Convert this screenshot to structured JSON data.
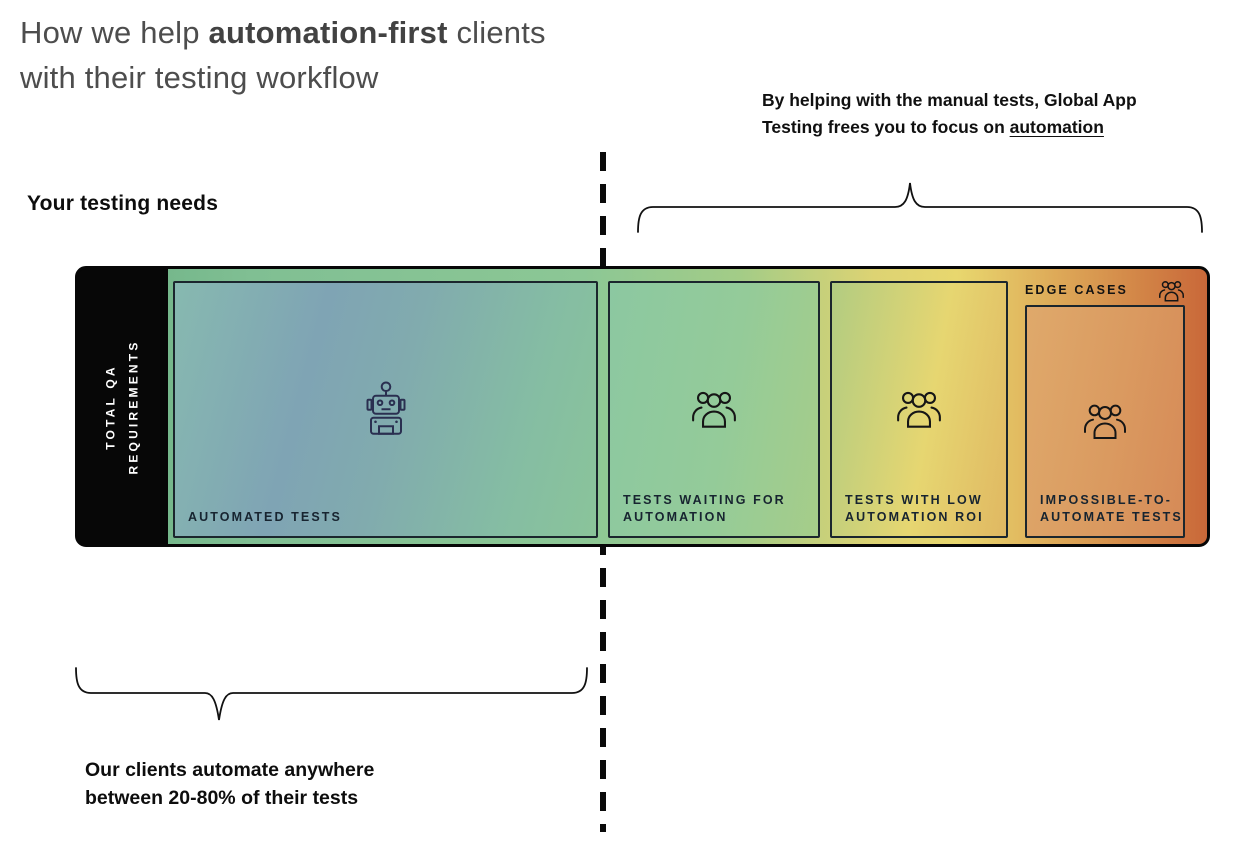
{
  "title": {
    "line1_prefix": "How we help ",
    "line1_bold": "automation-first",
    "line1_suffix": " clients",
    "line2": "with their testing workflow"
  },
  "annotation_right": {
    "line1": "By helping with the manual tests, Global App",
    "line2_prefix": "Testing frees you to focus on ",
    "line2_underlined": "automation"
  },
  "left_heading": "Your testing needs",
  "bar": {
    "side_label": "TOTAL QA\nREQUIREMENTS",
    "edge_cases_label": "EDGE CASES",
    "segments": [
      {
        "label": "AUTOMATED TESTS",
        "icon": "robot-icon"
      },
      {
        "label": "TESTS WAITING FOR\nAUTOMATION",
        "icon": "people-icon"
      },
      {
        "label": "TESTS WITH LOW\nAUTOMATION ROI",
        "icon": "people-icon"
      },
      {
        "label": "IMPOSSIBLE-TO-\nAUTOMATE TESTS",
        "icon": "people-icon"
      }
    ]
  },
  "annotation_bottom": {
    "line1": "Our clients automate anywhere",
    "line2": "between 20-80% of their tests"
  },
  "colors": {
    "bar_green": "#8cc795",
    "bar_yellow": "#e8d76e",
    "bar_orange": "#c96839",
    "segment1_blue_tint": "#7fa4b4",
    "side_panel_black": "#070707",
    "title_gray": "#4d4d4d",
    "robot_stroke": "#2a2f50",
    "people_stroke": "#161616"
  }
}
